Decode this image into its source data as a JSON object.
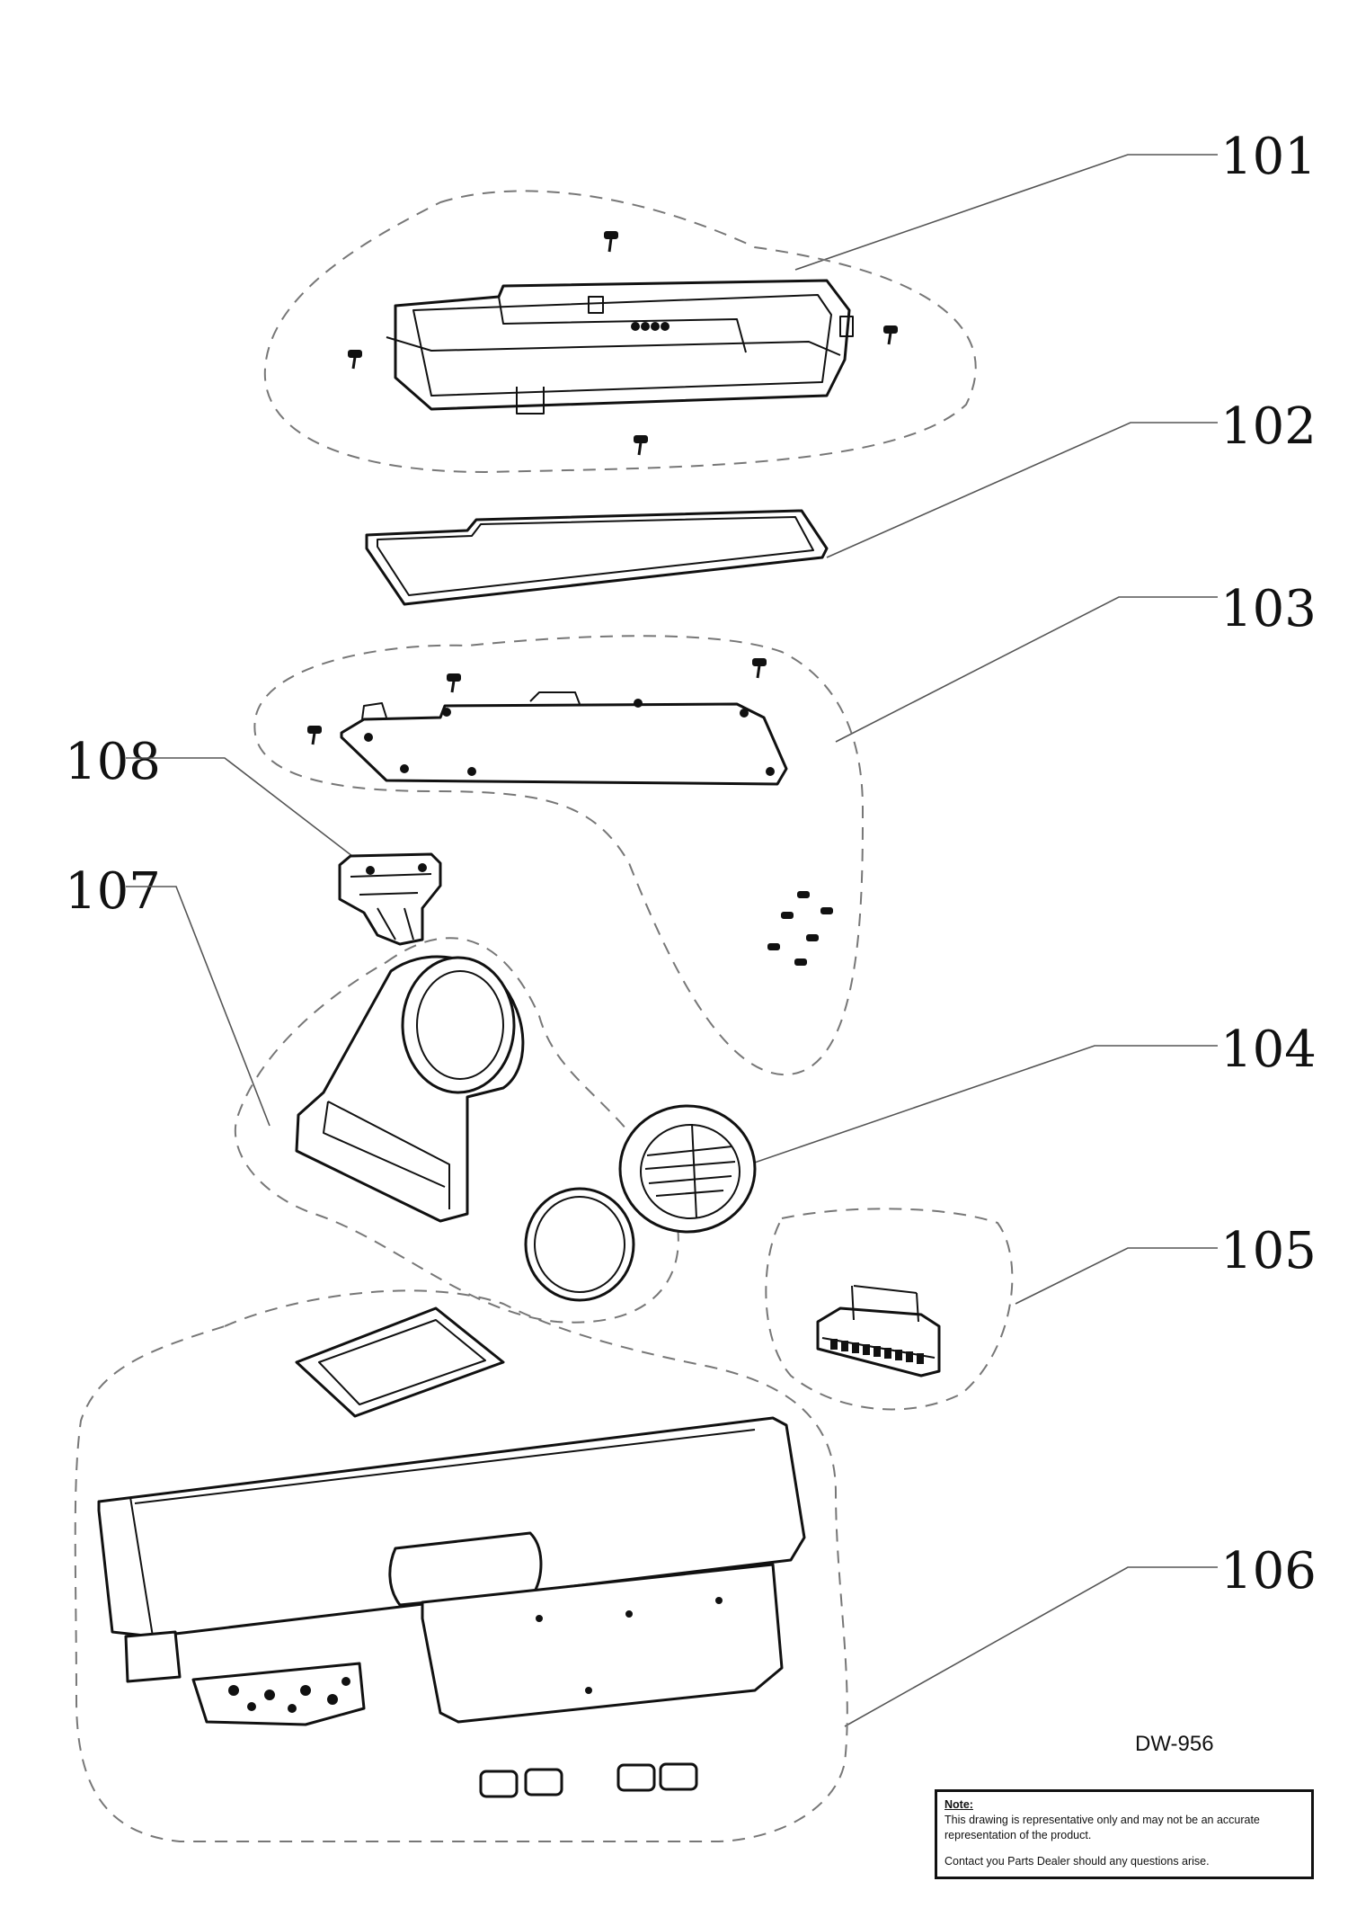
{
  "callouts": {
    "c101": "101",
    "c102": "102",
    "c103": "103",
    "c104": "104",
    "c105": "105",
    "c106": "106",
    "c107": "107",
    "c108": "108"
  },
  "model_code": "DW-956",
  "note": {
    "title": "Note:",
    "body": "This drawing is representative only and may not be an accurate representation of the product.",
    "contact": "Contact you Parts Dealer should any questions arise."
  }
}
